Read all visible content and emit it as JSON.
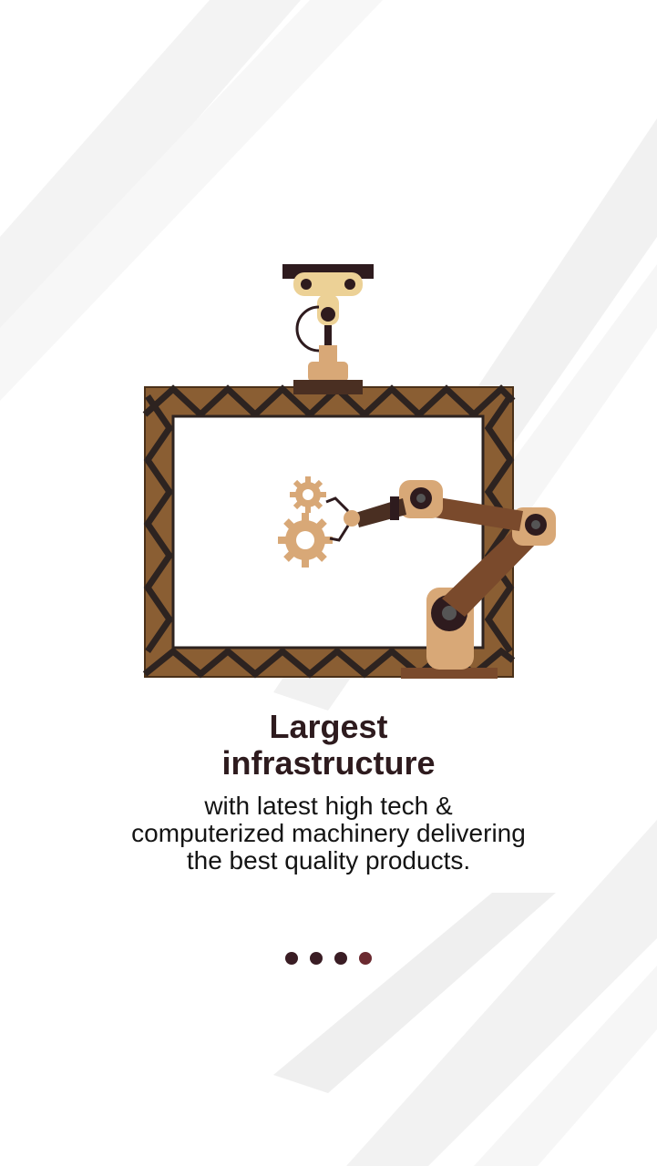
{
  "slide": {
    "headline_line1": "Largest",
    "headline_line2": "infrastructure",
    "subtext_line1": "with latest high tech &",
    "subtext_line2": "computerized machinery delivering",
    "subtext_line3": "the best quality products."
  },
  "illustration": {
    "icon": "robotic-arm-frame-illustration"
  },
  "pager": {
    "total": 4,
    "active_index": 4
  },
  "colors": {
    "heading": "#2e1b1e",
    "body_text": "#141414",
    "dot": "#3a1d24",
    "dot_active": "#6b2a30",
    "arm_light": "#d8a877",
    "arm_dark": "#7a4a2c",
    "frame": "#5a3d22"
  }
}
